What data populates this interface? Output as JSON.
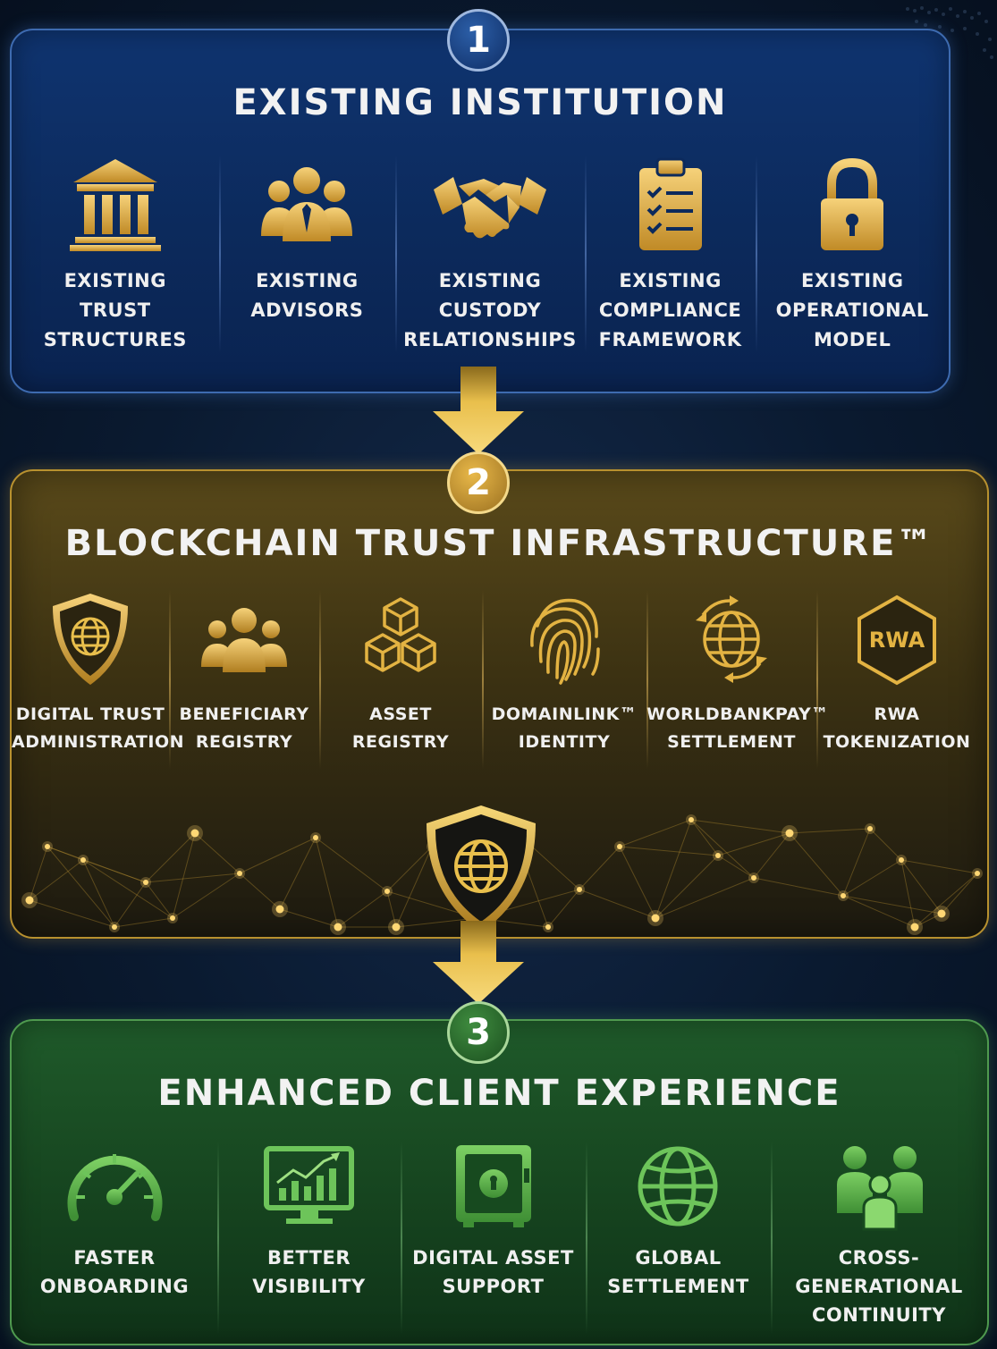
{
  "colors": {
    "gold": "#e3b342",
    "blue_panel": "#0f3470",
    "green_panel": "#1f5a2a",
    "green_icon": "#5fb54f"
  },
  "sections": [
    {
      "number": "1",
      "title": "EXISTING INSTITUTION",
      "items": [
        {
          "label": "EXISTING\nTRUST\nSTRUCTURES",
          "icon": "bank-icon"
        },
        {
          "label": "EXISTING\nADVISORS",
          "icon": "advisors-icon"
        },
        {
          "label": "EXISTING\nCUSTODY\nRELATIONSHIPS",
          "icon": "handshake-icon"
        },
        {
          "label": "EXISTING\nCOMPLIANCE\nFRAMEWORK",
          "icon": "clipboard-icon"
        },
        {
          "label": "EXISTING\nOPERATIONAL\nMODEL",
          "icon": "padlock-icon"
        }
      ]
    },
    {
      "number": "2",
      "title": "BLOCKCHAIN TRUST INFRASTRUCTURE™",
      "items": [
        {
          "label": "DIGITAL TRUST\nADMINISTRATION",
          "icon": "shield-globe-icon"
        },
        {
          "label": "BENEFICIARY\nREGISTRY",
          "icon": "people-icon"
        },
        {
          "label": "ASSET\nREGISTRY",
          "icon": "cubes-icon"
        },
        {
          "label": "DOMAINLINK™\nIDENTITY",
          "icon": "fingerprint-icon"
        },
        {
          "label": "WORLDBANKPAY™\nSETTLEMENT",
          "icon": "globe-arrows-icon"
        },
        {
          "label": "RWA\nTOKENIZATION",
          "icon": "rwa-hexagon-icon",
          "icon_text": "RWA"
        }
      ]
    },
    {
      "number": "3",
      "title": "ENHANCED CLIENT EXPERIENCE",
      "items": [
        {
          "label": "FASTER\nONBOARDING",
          "icon": "speedometer-icon"
        },
        {
          "label": "BETTER\nVISIBILITY",
          "icon": "monitor-chart-icon"
        },
        {
          "label": "DIGITAL ASSET\nSUPPORT",
          "icon": "safe-icon"
        },
        {
          "label": "GLOBAL\nSETTLEMENT",
          "icon": "globe-icon"
        },
        {
          "label": "CROSS-\nGENERATIONAL\nCONTINUITY",
          "icon": "family-icon"
        }
      ]
    }
  ]
}
